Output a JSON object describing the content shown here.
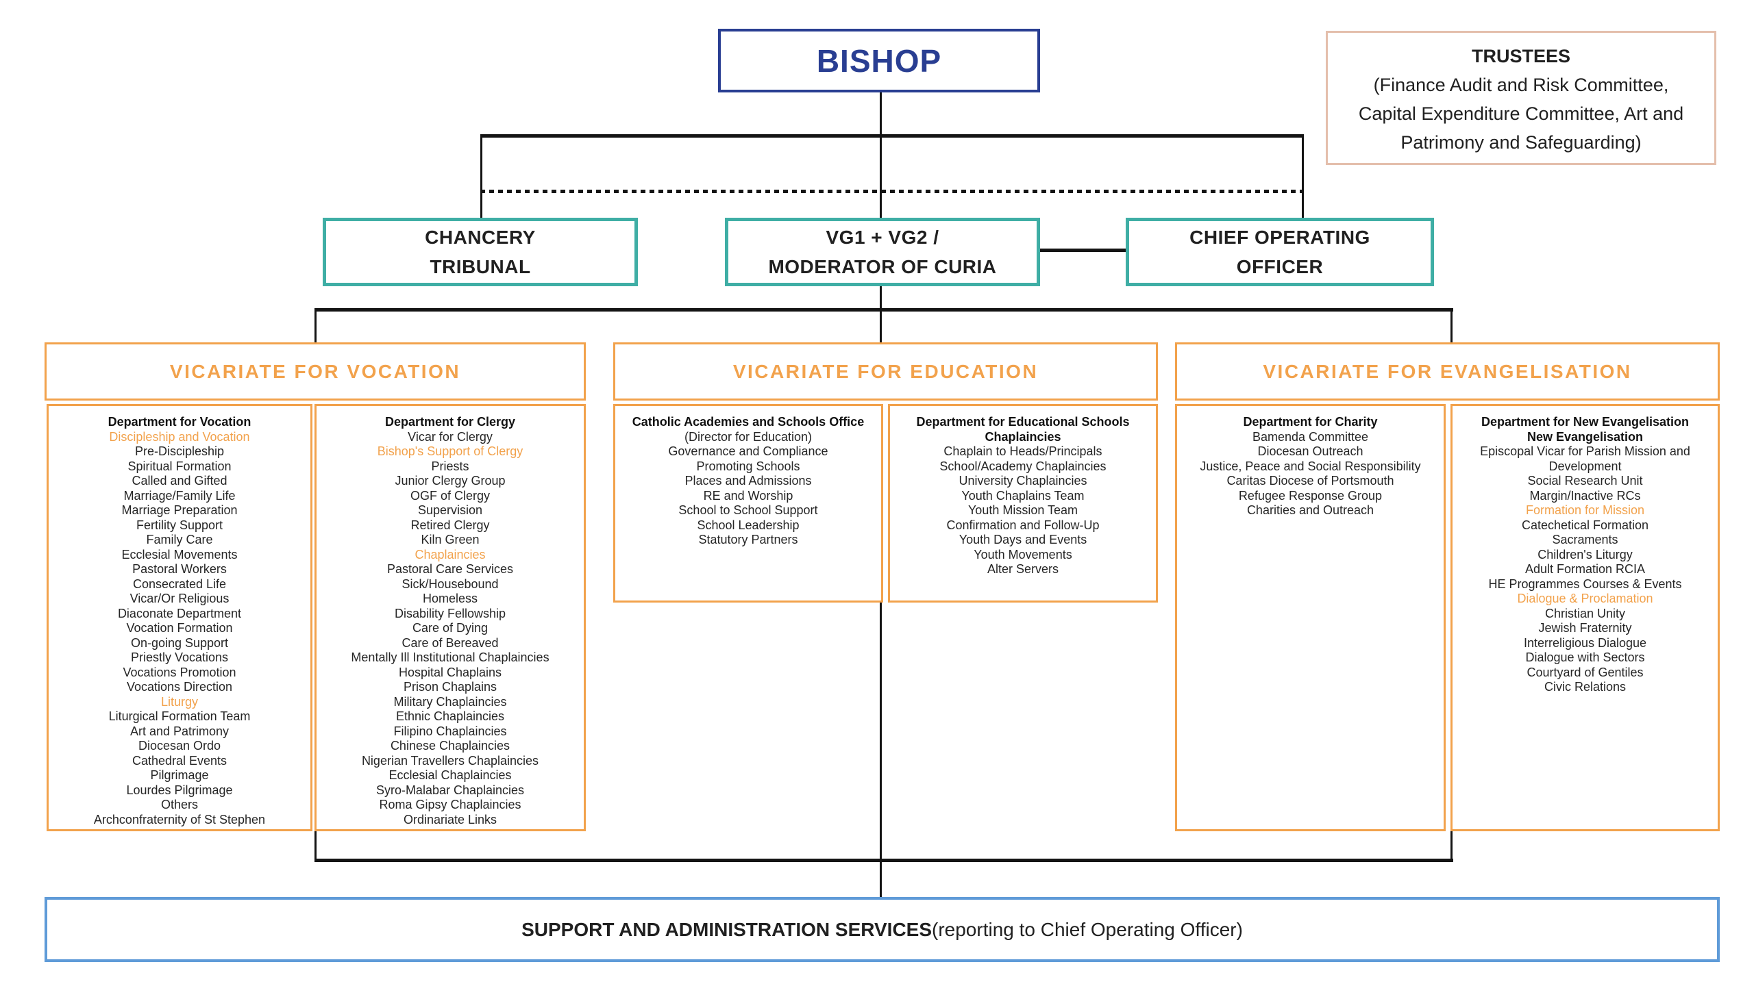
{
  "bishop": {
    "label": "BISHOP"
  },
  "trustees": {
    "title": "TRUSTEES",
    "body": "(Finance Audit and Risk Committee, Capital Expenditure Committee, Art and Patrimony and Safeguarding)"
  },
  "row2": {
    "chancery": {
      "line1": "CHANCERY",
      "line2": "TRIBUNAL"
    },
    "vicars_general": {
      "line1": "VG1 + VG2 /",
      "line2": "MODERATOR OF CURIA"
    },
    "coo": {
      "line1": "CHIEF OPERATING",
      "line2": "OFFICER"
    }
  },
  "vicariates": [
    {
      "title": "VICARIATE FOR VOCATION",
      "departments": [
        {
          "title": "Department for Vocation",
          "items": [
            {
              "t": "Discipleship and Vocation",
              "hl": true
            },
            "Pre-Discipleship",
            "Spiritual Formation",
            "Called and Gifted",
            "Marriage/Family Life",
            "Marriage Preparation",
            "Fertility Support",
            "Family Care",
            "Ecclesial Movements",
            "Pastoral Workers",
            "Consecrated Life",
            "Vicar/Or Religious",
            "Diaconate Department",
            "Vocation Formation",
            "On-going Support",
            "Priestly Vocations",
            "Vocations Promotion",
            "Vocations Direction",
            {
              "t": "Liturgy",
              "hl": true
            },
            "Liturgical Formation Team",
            "Art and Patrimony",
            "Diocesan Ordo",
            "Cathedral Events",
            "Pilgrimage",
            "Lourdes Pilgrimage",
            "Others",
            "Archconfraternity of St Stephen"
          ]
        },
        {
          "title": "Department for Clergy",
          "items": [
            "Vicar for Clergy",
            {
              "t": "Bishop's Support of Clergy",
              "hl": true
            },
            "Priests",
            "Junior Clergy Group",
            "OGF of Clergy",
            "Supervision",
            "Retired Clergy",
            "Kiln Green",
            {
              "t": "Chaplaincies",
              "hl": true
            },
            "Pastoral Care Services",
            "Sick/Housebound",
            "Homeless",
            "Disability Fellowship",
            "Care of Dying",
            "Care of Bereaved",
            "Mentally Ill Institutional Chaplaincies",
            "Hospital Chaplains",
            "Prison Chaplains",
            "Military Chaplaincies",
            "Ethnic Chaplaincies",
            "Filipino Chaplaincies",
            "Chinese Chaplaincies",
            "Nigerian Travellers Chaplaincies",
            "Ecclesial Chaplaincies",
            "Syro-Malabar Chaplaincies",
            "Roma Gipsy Chaplaincies",
            "Ordinariate Links"
          ]
        }
      ]
    },
    {
      "title": "VICARIATE FOR EDUCATION",
      "departments": [
        {
          "title": "Catholic Academies and Schools Office",
          "items": [
            "(Director for Education)",
            "Governance and Compliance",
            "Promoting Schools",
            "Places and Admissions",
            "RE and Worship",
            "School to School Support",
            "School Leadership",
            "Statutory Partners"
          ]
        },
        {
          "title": "Department for Educational Schools Chaplaincies",
          "items": [
            "Chaplain to Heads/Principals",
            "School/Academy Chaplaincies",
            "University Chaplaincies",
            "Youth Chaplains Team",
            "Youth Mission Team",
            "Confirmation and Follow-Up",
            "Youth Days and Events",
            "Youth Movements",
            "Alter Servers"
          ]
        }
      ]
    },
    {
      "title": "VICARIATE FOR EVANGELISATION",
      "departments": [
        {
          "title": "Department for Charity",
          "items": [
            "Bamenda Committee",
            "Diocesan Outreach",
            "Justice, Peace and Social Responsibility",
            "Caritas Diocese of Portsmouth",
            "Refugee Response Group",
            "Charities and Outreach"
          ]
        },
        {
          "title": "Department for New Evangelisation",
          "items": [
            {
              "t": "New Evangelisation",
              "b": true
            },
            "Episcopal Vicar for Parish Mission and Development",
            "Social Research Unit",
            "Margin/Inactive RCs",
            {
              "t": "Formation for Mission",
              "hl": true
            },
            "Catechetical Formation",
            "Sacraments",
            "Children's Liturgy",
            "Adult Formation RCIA",
            "HE Programmes Courses & Events",
            {
              "t": "Dialogue & Proclamation",
              "hl": true
            },
            "Christian Unity",
            "Jewish Fraternity",
            "Interreligious Dialogue",
            "Dialogue with Sectors",
            "Courtyard of Gentiles",
            "Civic Relations"
          ]
        }
      ]
    }
  ],
  "support": {
    "bold": "SUPPORT AND ADMINISTRATION SERVICES",
    "rest": " (reporting to Chief Operating Officer)"
  },
  "colors": {
    "bishop_blue": "#293E92",
    "teal": "#3FAEA5",
    "orange": "#F2A24C",
    "trustees_border": "#E4BFAC",
    "support_blue": "#5F9BD8",
    "connector_black": "#141414"
  }
}
